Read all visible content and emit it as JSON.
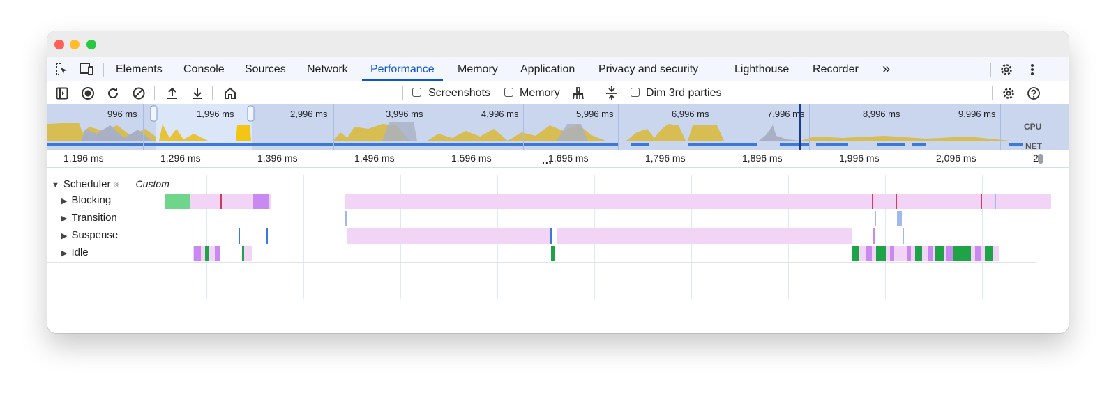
{
  "window": {
    "traffic_lights": {
      "close": "#ff5f57",
      "minimize": "#febc2e",
      "zoom": "#28c840"
    }
  },
  "tabs": {
    "inspect_icon": "inspect-element-icon",
    "device_icon": "device-toolbar-icon",
    "items": [
      "Elements",
      "Console",
      "Sources",
      "Network",
      "Performance",
      "Memory",
      "Application",
      "Privacy and security",
      "Lighthouse",
      "Recorder"
    ],
    "active": "Performance",
    "overflow": "»"
  },
  "toolbar": {
    "screenshots_label": "Screenshots",
    "memory_label": "Memory",
    "dim_label": "Dim 3rd parties",
    "screenshots_checked": false,
    "memory_checked": false,
    "dim_checked": false
  },
  "overview": {
    "labels": [
      "996 ms",
      "1,996 ms",
      "2,996 ms",
      "3,996 ms",
      "4,996 ms",
      "5,996 ms",
      "6,996 ms",
      "7,996 ms",
      "8,996 ms",
      "9,996 ms"
    ],
    "cpu_label": "CPU",
    "net_label": "NET"
  },
  "ruler": {
    "labels": [
      "1,196 ms",
      "1,296 ms",
      "1,396 ms",
      "1,496 ms",
      "1,596 ms",
      "1,696 ms",
      "1,796 ms",
      "1,896 ms",
      "1,996 ms",
      "2,096 ms",
      "2"
    ],
    "more": "..."
  },
  "flame": {
    "group_name": "Scheduler",
    "group_icon": "react-icon",
    "group_suffix": "— Custom",
    "tracks": [
      "Blocking",
      "Transition",
      "Suspense",
      "Idle"
    ]
  },
  "colors": {
    "accent": "#0b57d0",
    "pink": "#f2d4f6",
    "purple": "#c889f0",
    "green": "#1ea446",
    "lightgreen": "#6fd58a",
    "blue_marker": "#3b78d9",
    "cpu_yellow": "#e6c044"
  }
}
